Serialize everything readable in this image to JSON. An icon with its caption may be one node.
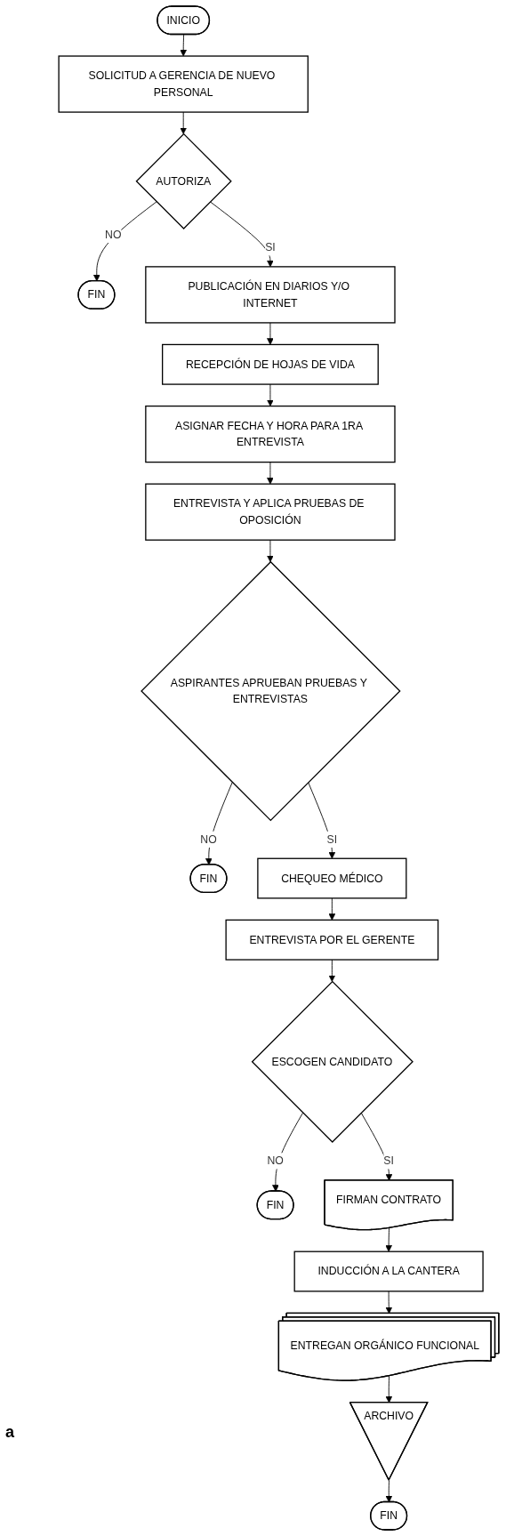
{
  "diagram": {
    "nodes": [
      {
        "text": [
          "INICIO"
        ]
      },
      {
        "text": [
          "SOLICITUD A GERENCIA DE NUEVO PERSONAL"
        ]
      },
      {
        "text": [
          "AUTORIZA"
        ]
      },
      {
        "text": [
          "FIN"
        ]
      },
      {
        "text": [
          "PUBLICACIÓN EN DIARIOS Y/O INTERNET"
        ]
      },
      {
        "text": [
          "RECEPCIÓN DE HOJAS DE VIDA"
        ]
      },
      {
        "text": [
          "ASIGNAR FECHA Y HORA PARA 1RA ENTREVISTA"
        ]
      },
      {
        "text": [
          "ENTREVISTA Y APLICA PRUEBAS DE OPOSICIÓN"
        ]
      },
      {
        "text": [
          "ASPIRANTES APRUEBAN PRUEBAS Y ENTREVISTAS"
        ]
      },
      {
        "text": [
          "FIN"
        ]
      },
      {
        "text": [
          "CHEQUEO MÉDICO"
        ]
      },
      {
        "text": [
          "ENTREVISTA POR EL GERENTE"
        ]
      },
      {
        "text": [
          "ESCOGEN CANDIDATO"
        ]
      },
      {
        "text": [
          "FIN"
        ]
      },
      {
        "text": [
          "FIRMAN CONTRATO"
        ]
      },
      {
        "text": [
          "INDUCCIÓN A LA CANTERA"
        ]
      },
      {
        "text": [
          "ENTREGAN ORGÁNICO FUNCIONAL"
        ]
      },
      {
        "text": [
          "ARCHIVO"
        ]
      },
      {
        "text": [
          "FIN"
        ]
      }
    ],
    "edges": [
      {
        "from": 0,
        "to": 1,
        "arrow": "to"
      },
      {
        "from": 1,
        "to": 2,
        "arrow": "to"
      },
      {
        "from": 2,
        "to": 3,
        "label": "NO",
        "arrow": "to"
      },
      {
        "from": 2,
        "to": 4,
        "label": "SI",
        "arrow": "to"
      },
      {
        "from": 4,
        "to": 5,
        "arrow": "to"
      },
      {
        "from": 5,
        "to": 6,
        "arrow": "to"
      },
      {
        "from": 6,
        "to": 7,
        "arrow": "to"
      },
      {
        "from": 7,
        "to": 8,
        "arrow": "to"
      },
      {
        "from": 8,
        "to": 9,
        "label": "NO",
        "arrow": "to"
      },
      {
        "from": 8,
        "to": 10,
        "label": "SI",
        "arrow": "to"
      },
      {
        "from": 10,
        "to": 11,
        "arrow": "to"
      },
      {
        "from": 11,
        "to": 12,
        "arrow": "to"
      },
      {
        "from": 12,
        "to": 13,
        "label": "NO",
        "arrow": "to"
      },
      {
        "from": 12,
        "to": 14,
        "label": "SI",
        "arrow": "to"
      },
      {
        "from": 14,
        "to": 15,
        "arrow": "to"
      },
      {
        "from": 15,
        "to": 16,
        "arrow": "to"
      },
      {
        "from": 16,
        "to": 17,
        "arrow": "to"
      },
      {
        "from": 17,
        "to": 18,
        "arrow": "to"
      }
    ],
    "labels": [
      "a"
    ]
  }
}
